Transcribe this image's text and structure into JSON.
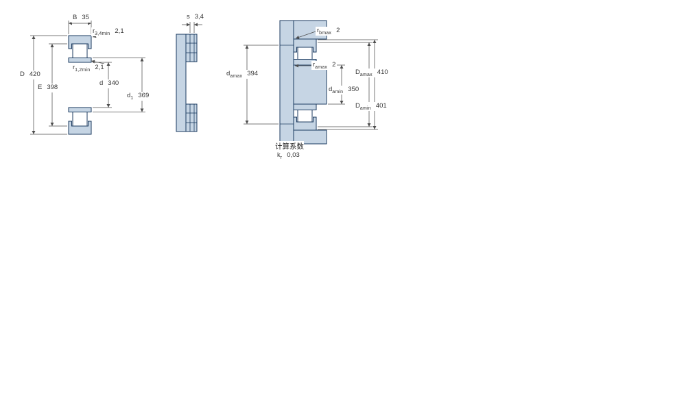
{
  "colors": {
    "drawing_fill": "#c6d5e4",
    "drawing_outline": "#1b3a5f",
    "dimension_line": "#4d4d4d",
    "label_text": "#333333",
    "background": "#ffffff"
  },
  "front_view": {
    "B": {
      "label": "B",
      "sub": "",
      "value": "35"
    },
    "r_outer": {
      "label": "r",
      "sub": "3,4min",
      "value": "2,1"
    },
    "r_inner": {
      "label": "r",
      "sub": "1,2min",
      "value": "2,1"
    },
    "D": {
      "label": "D",
      "sub": "",
      "value": "420"
    },
    "E": {
      "label": "E",
      "sub": "",
      "value": "398"
    },
    "d": {
      "label": "d",
      "sub": "",
      "value": "340"
    },
    "d1": {
      "label": "d",
      "sub": "1",
      "value": "369"
    }
  },
  "side_view": {
    "s": {
      "label": "s",
      "sub": "",
      "value": "3,4"
    }
  },
  "mounting_view": {
    "rb": {
      "label": "r",
      "sub": "bmax",
      "value": "2"
    },
    "ra": {
      "label": "r",
      "sub": "amax",
      "value": "2"
    },
    "da_max": {
      "label": "d",
      "sub": "amax",
      "value": "394"
    },
    "da_min": {
      "label": "d",
      "sub": "amin",
      "value": "350"
    },
    "Da_max": {
      "label": "D",
      "sub": "amax",
      "value": "410"
    },
    "Da_min": {
      "label": "D",
      "sub": "amin",
      "value": "401"
    }
  },
  "calculation": {
    "title": "计算系数",
    "factor_label": "k",
    "factor_sub": "r",
    "factor_value": "0,03"
  }
}
